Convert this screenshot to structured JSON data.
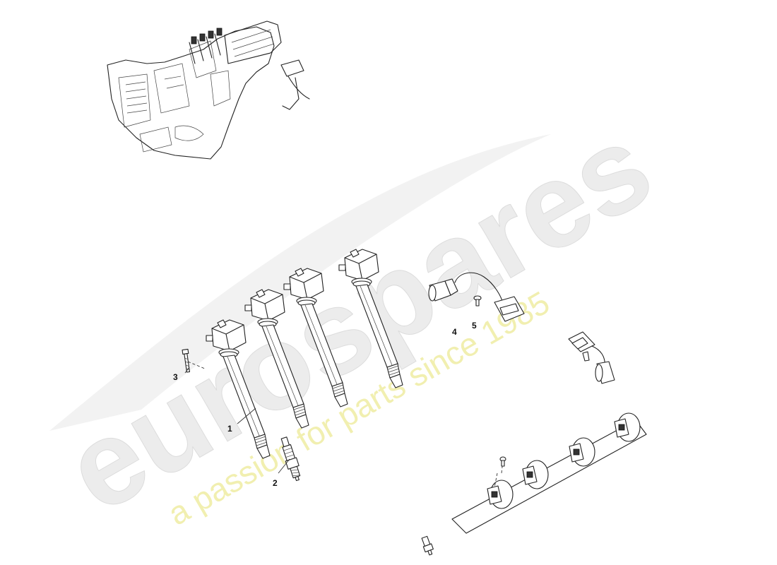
{
  "watermark": {
    "brand": "eurospares",
    "tagline": "a passion for parts since 1985",
    "colors": {
      "brand": "#ececec",
      "tagline": "#f1efb0"
    }
  },
  "callouts": [
    {
      "id": "1",
      "part": "ignition coil"
    },
    {
      "id": "2",
      "part": "spark plug"
    },
    {
      "id": "3",
      "part": "bolt"
    },
    {
      "id": "4",
      "part": "sensor"
    },
    {
      "id": "5",
      "part": "screw"
    }
  ]
}
